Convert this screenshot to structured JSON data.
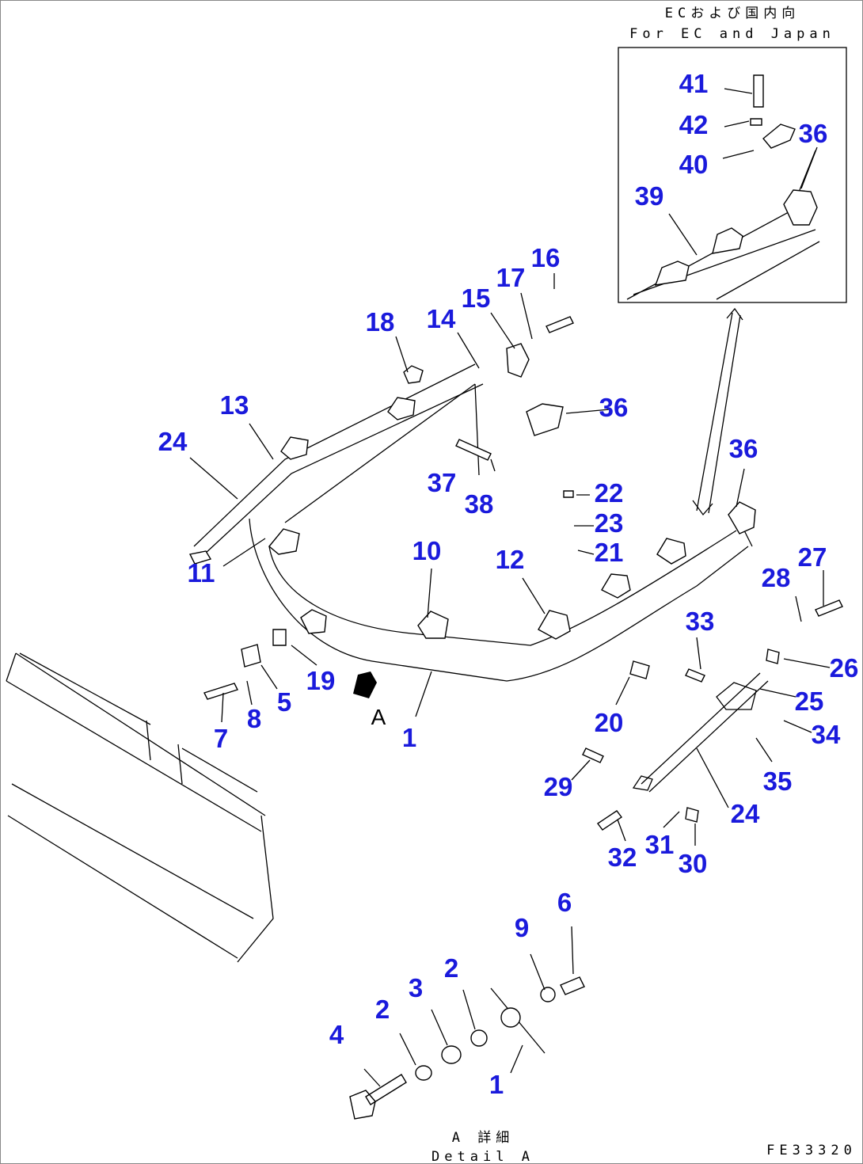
{
  "inset": {
    "title_jp": "ECおよび国内向",
    "title_en": "For EC and Japan"
  },
  "detail": {
    "title_jp": "A 詳細",
    "title_en": "Detail A"
  },
  "view_marker": "A",
  "drawing_number": "FE33320",
  "labels": [
    "41",
    "42",
    "40",
    "36",
    "39",
    "16",
    "17",
    "15",
    "14",
    "18",
    "13",
    "24",
    "36",
    "37",
    "38",
    "36",
    "22",
    "23",
    "21",
    "11",
    "10",
    "12",
    "27",
    "28",
    "33",
    "26",
    "25",
    "34",
    "35",
    "24",
    "19",
    "5",
    "8",
    "7",
    "1",
    "20",
    "29",
    "32",
    "31",
    "30",
    "6",
    "9",
    "2",
    "3",
    "2",
    "4",
    "1"
  ]
}
